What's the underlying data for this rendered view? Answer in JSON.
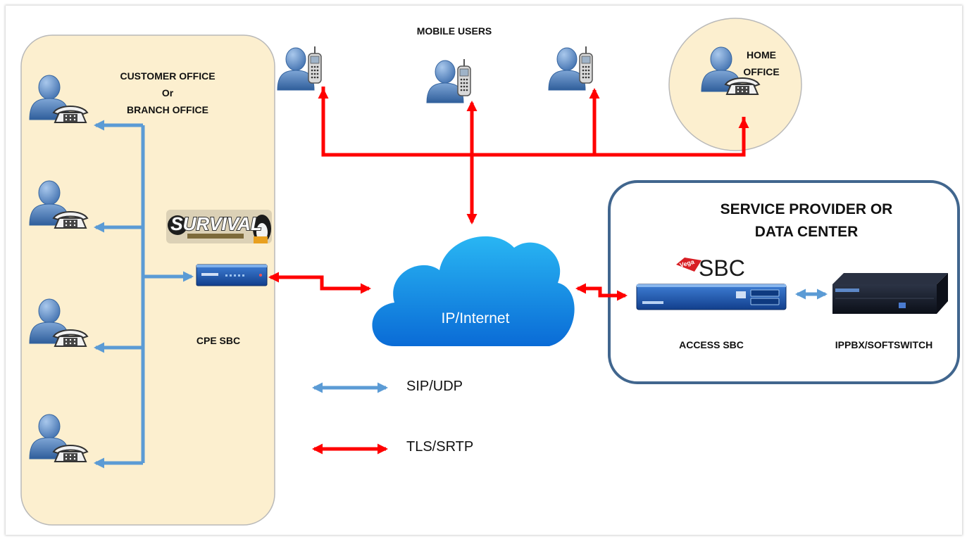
{
  "labels": {
    "mobile_users": "MOBILE USERS",
    "customer_office_line1": "CUSTOMER OFFICE",
    "customer_office_line2": "Or",
    "customer_office_line3": "BRANCH OFFICE",
    "home_office_line1": "HOME",
    "home_office_line2": "OFFICE",
    "cpe_sbc": "CPE SBC",
    "cloud": "IP/Internet",
    "service_provider_line1": "SERVICE PROVIDER OR",
    "service_provider_line2": "DATA CENTER",
    "access_sbc": "ACCESS SBC",
    "ippbx": "IPPBX/SOFTSWITCH",
    "sbc_logo_text": "SBC",
    "sbc_logo_tag": "Vega",
    "survival_logo_text": "SURVIVAL"
  },
  "legend": [
    {
      "label": "SIP/UDP",
      "color": "#5b9bd5"
    },
    {
      "label": "TLS/SRTP",
      "color": "#ff0000"
    }
  ],
  "colors": {
    "office_fill": "#fcefcf",
    "office_border": "#b9b9b9",
    "provider_border": "#41668e",
    "cloud_top": "#27b4f2",
    "cloud_bottom": "#0b6ed7",
    "sip_arrow": "#5b9bd5",
    "tls_arrow": "#ff0000",
    "person": "#4d7fbb",
    "device_blue": "#1a4fa6",
    "device_black": "#161c2a"
  },
  "icons": [
    "user-with-phone-icon",
    "user-with-mobile-icon",
    "cpe-sbc-device-icon",
    "access-sbc-device-icon",
    "ippbx-server-icon",
    "cloud-icon",
    "vega-sbc-logo",
    "survival-logo"
  ]
}
